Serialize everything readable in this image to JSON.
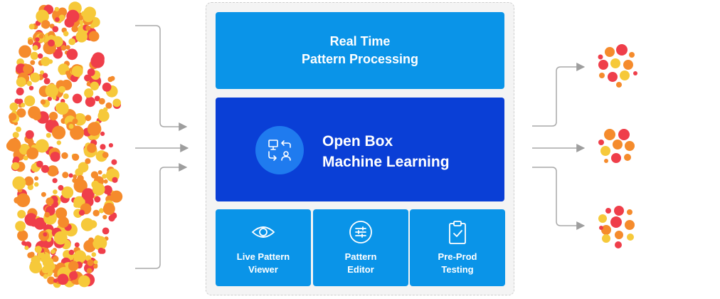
{
  "diagram": {
    "top_box": {
      "line1": "Real Time",
      "line2": "Pattern Processing"
    },
    "main_box": {
      "line1": "Open Box",
      "line2": "Machine Learning",
      "icon": "workflow-icon"
    },
    "modules": [
      {
        "label": "Live Pattern\nViewer",
        "icon": "eye-icon"
      },
      {
        "label": "Pattern\nEditor",
        "icon": "sliders-icon"
      },
      {
        "label": "Pre-Prod\nTesting",
        "icon": "clipboard-check-icon"
      }
    ]
  },
  "colors": {
    "top_box": "#0a94e8",
    "main_box": "#0a3fd6",
    "icon_circle": "#1f7bef",
    "panel_bg": "#f4f4f4",
    "arrow": "#a8a8a8",
    "dot_red": "#ef3e4a",
    "dot_orange": "#f58b2c",
    "dot_yellow": "#f6c93a"
  }
}
